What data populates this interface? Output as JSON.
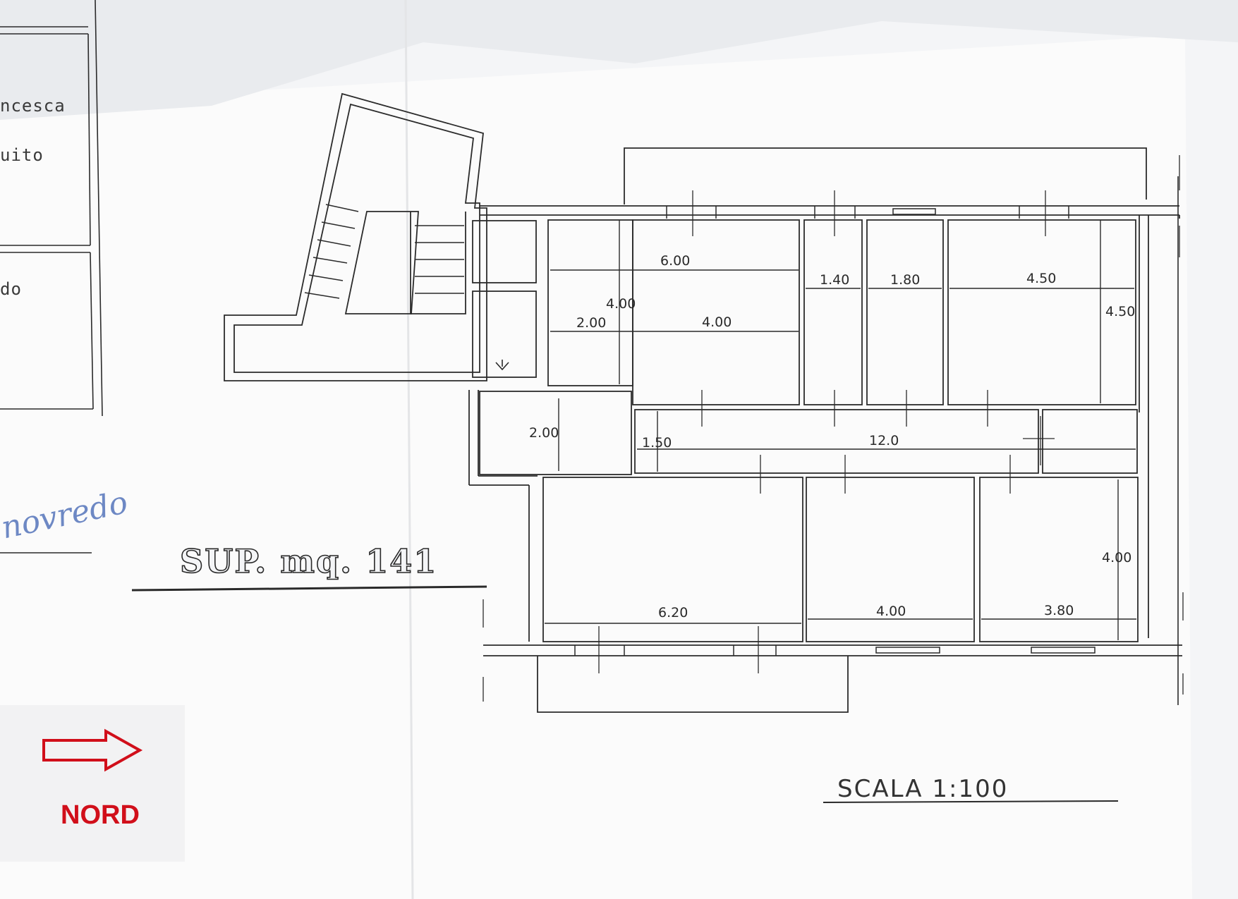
{
  "sidebar": {
    "fragment_1": "ncesca",
    "fragment_2": "uito",
    "fragment_3": "do",
    "signature": "novredo"
  },
  "plan": {
    "surface_label": "SUP. mq. 141",
    "scale_label": "SCALA 1:100",
    "north_label": "NORD",
    "arrow_color": "#d10f1a",
    "dimensions": {
      "room1_width": "6.00",
      "room1_height": "4.00",
      "room1_sub_a": "2.00",
      "room1_sub_b": "4.00",
      "room2_width": "1.40",
      "room3_width": "1.80",
      "room4_width": "4.50",
      "room4_height": "4.50",
      "hall_small": "2.00",
      "corridor_width": "1.50",
      "corridor_length": "12.0",
      "room5_width": "6.20",
      "room6_width": "4.00",
      "room7_width": "3.80",
      "room7_height": "4.00"
    }
  }
}
